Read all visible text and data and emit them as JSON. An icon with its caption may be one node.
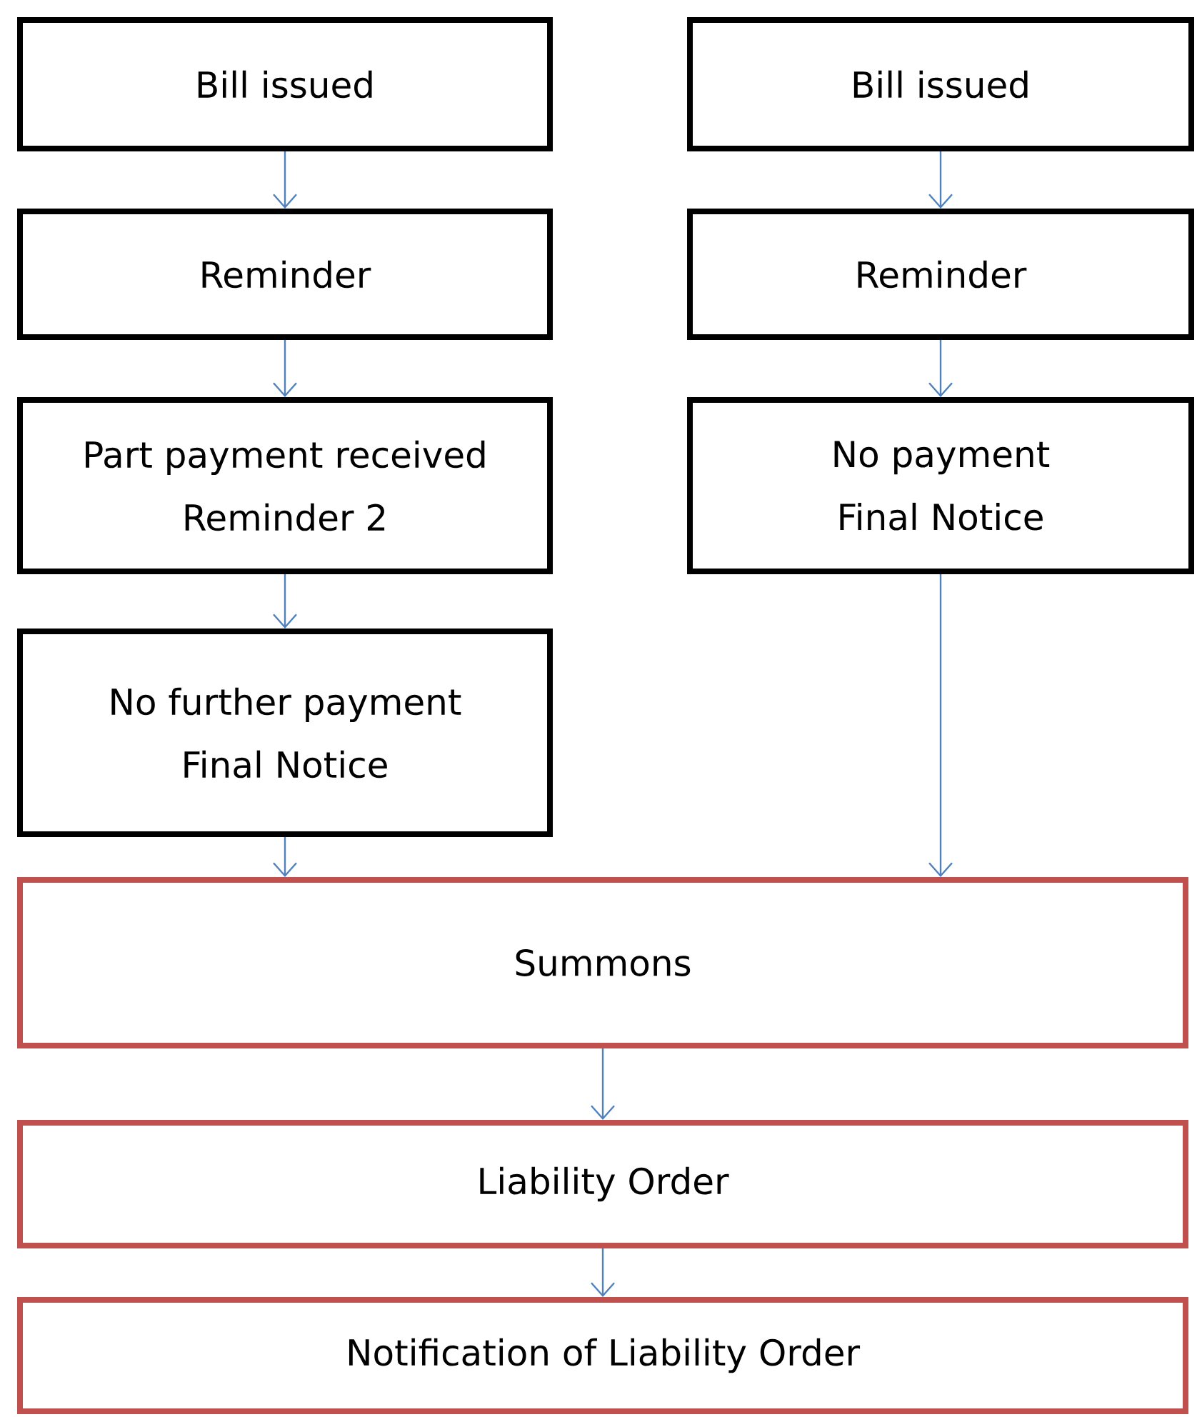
{
  "diagram": {
    "nodes": [
      {
        "text": [
          "Bill issued"
        ]
      },
      {
        "text": [
          "Reminder"
        ]
      },
      {
        "text": [
          "Part payment received",
          "Reminder 2"
        ]
      },
      {
        "text": [
          "No further payment",
          "Final Notice"
        ]
      },
      {
        "text": [
          "Bill issued"
        ]
      },
      {
        "text": [
          "Reminder"
        ]
      },
      {
        "text": [
          "No payment",
          "Final Notice"
        ]
      },
      {
        "text": [
          "Summons"
        ]
      },
      {
        "text": [
          "Liability Order"
        ]
      },
      {
        "text": [
          "Notification of Liability Order"
        ]
      }
    ],
    "edges": [
      {
        "from": 0,
        "to": 1,
        "arrow": "to"
      },
      {
        "from": 1,
        "to": 2,
        "arrow": "to"
      },
      {
        "from": 2,
        "to": 3,
        "arrow": "to"
      },
      {
        "from": 3,
        "to": 7,
        "arrow": "to"
      },
      {
        "from": 4,
        "to": 5,
        "arrow": "to"
      },
      {
        "from": 5,
        "to": 6,
        "arrow": "to"
      },
      {
        "from": 6,
        "to": 7,
        "arrow": "to"
      },
      {
        "from": 7,
        "to": 8,
        "arrow": "to"
      },
      {
        "from": 8,
        "to": 9,
        "arrow": "to"
      }
    ]
  }
}
